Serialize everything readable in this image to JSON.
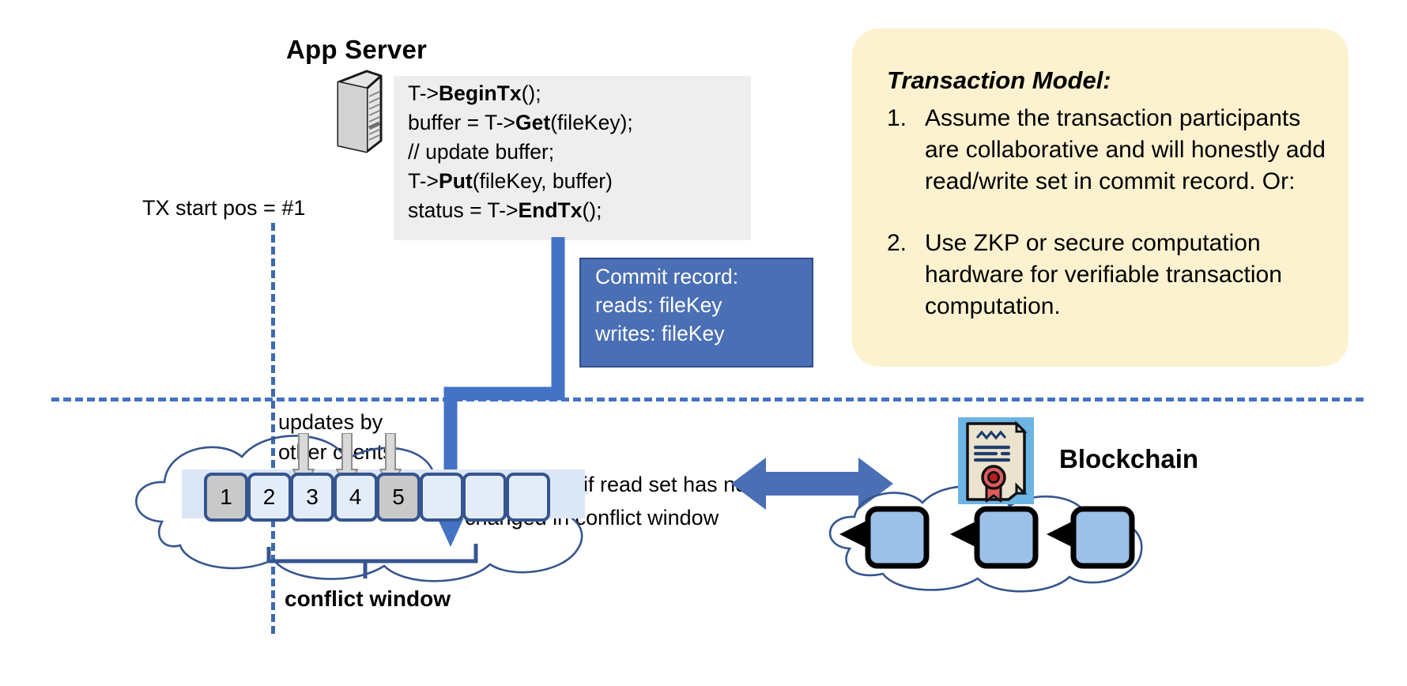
{
  "app_server": {
    "title": "App Server",
    "icon": "server-tower-icon",
    "code_lines": [
      {
        "pre": "T->",
        "bold": "BeginTx",
        "post": "();"
      },
      {
        "pre": "buffer = T->",
        "bold": "Get",
        "post": "(fileKey);"
      },
      {
        "pre": "// update buffer;",
        "bold": "",
        "post": ""
      },
      {
        "pre": "T->",
        "bold": "Put",
        "post": "(fileKey, buffer)"
      },
      {
        "pre": "status = T->",
        "bold": "EndTx",
        "post": "();"
      }
    ]
  },
  "tx_start": {
    "label": "TX start pos = #1"
  },
  "commit_record": {
    "title": "Commit record:",
    "reads": "reads: fileKey",
    "writes": "writes: fileKey"
  },
  "transaction_model": {
    "title": "Transaction Model:",
    "items": [
      {
        "num": "1.",
        "text": "Assume the transaction participants are collaborative and will honestly add read/write set in commit record.  Or:"
      },
      {
        "num": "2.",
        "text": "Use ZKP or secure computation hardware for verifiable transaction computation."
      }
    ]
  },
  "log": {
    "updates_label": "updates by\nother clients",
    "commit_condition": "TX commits if read set has not\nchanged in conflict window",
    "conflict_window_label": "conflict window",
    "blocks": [
      {
        "label": "1",
        "state": "filled"
      },
      {
        "label": "2",
        "state": "empty"
      },
      {
        "label": "3",
        "state": "empty"
      },
      {
        "label": "4",
        "state": "empty"
      },
      {
        "label": "5",
        "state": "filled"
      },
      {
        "label": "",
        "state": "empty"
      },
      {
        "label": "",
        "state": "empty"
      },
      {
        "label": "",
        "state": "empty"
      }
    ]
  },
  "blockchain": {
    "label": "Blockchain",
    "icon": "certificate-seal-icon",
    "chain_blocks": 3
  },
  "colors": {
    "accent_blue": "#4472c4",
    "commit_box": "#4a6fb5",
    "model_panel": "#fdf2cf",
    "code_panel": "#eeeeee",
    "block_fill": "#e3edf9",
    "block_filled": "#c9c9c9",
    "block_border": "#36558f",
    "cloud_stroke": "#36558f",
    "seal_red": "#d94a4a"
  }
}
